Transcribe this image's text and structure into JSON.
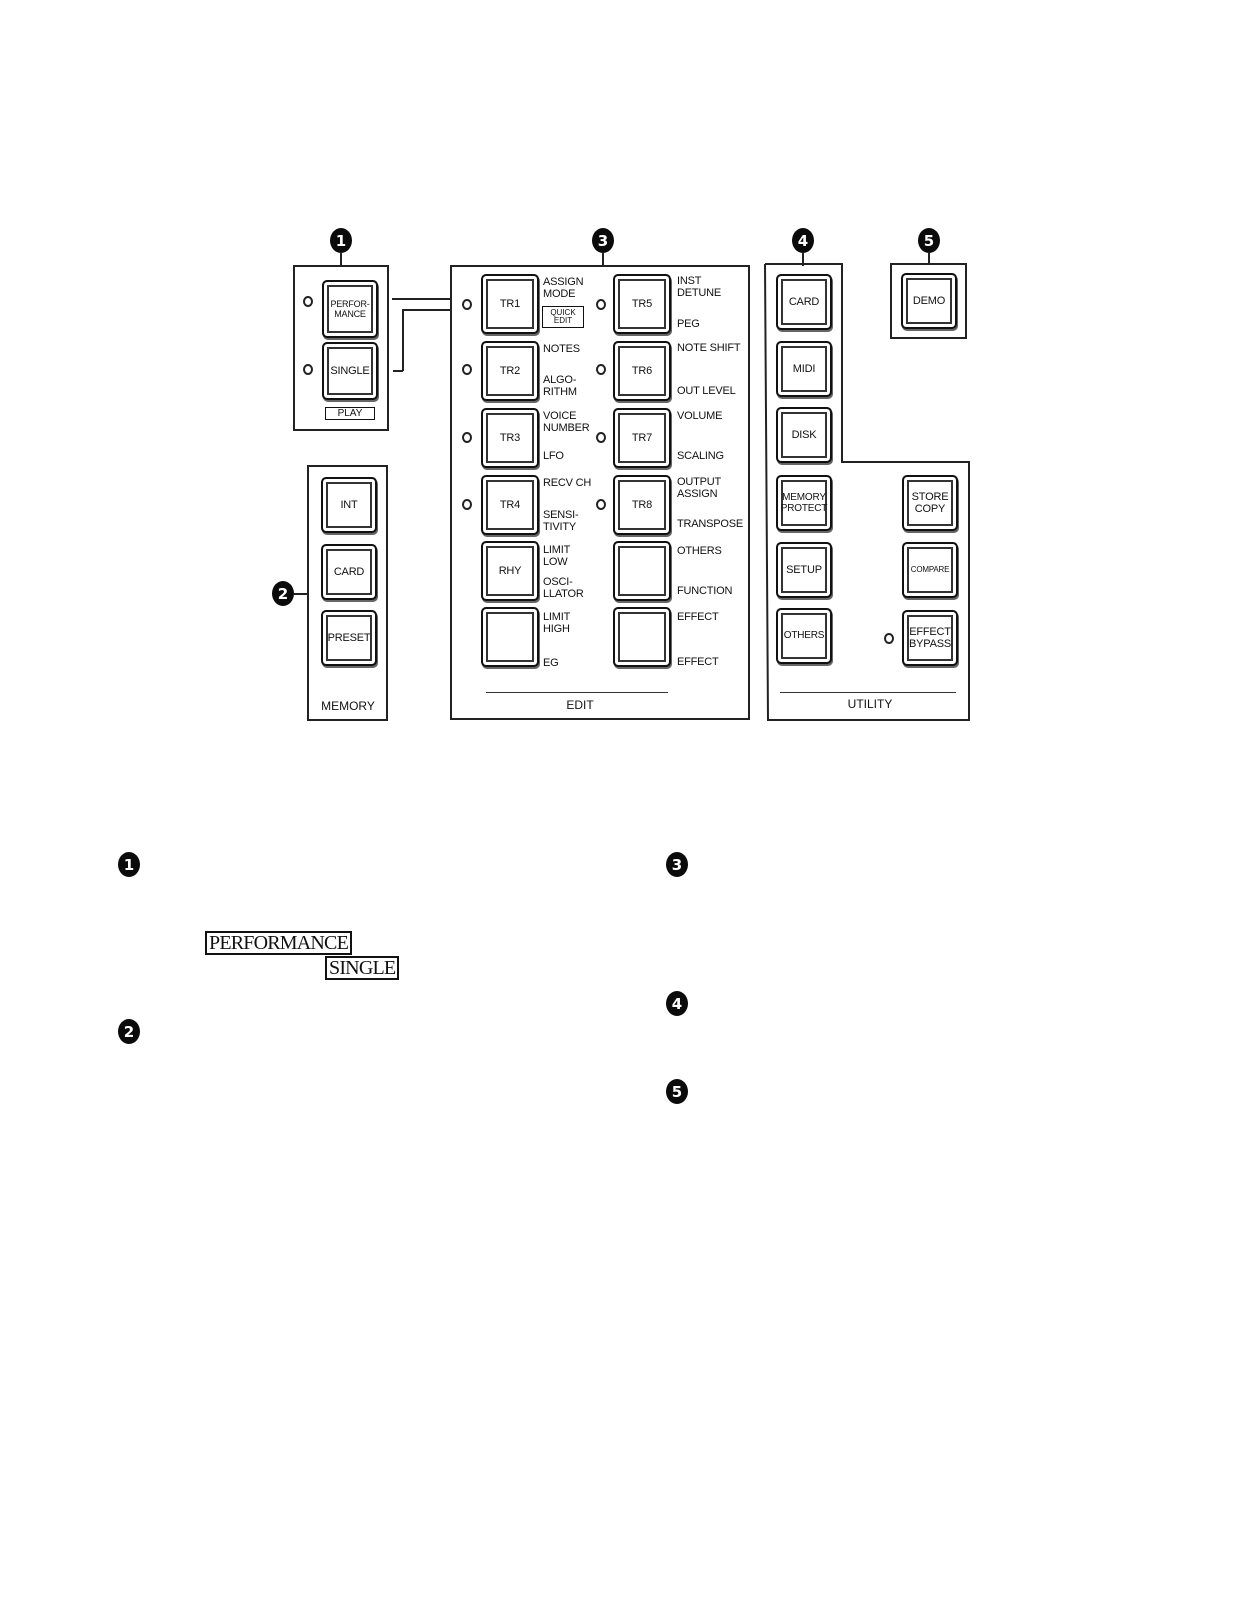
{
  "markers": {
    "m1": "1",
    "m2": "2",
    "m3": "3",
    "m4": "4",
    "m5": "5"
  },
  "play": {
    "performance": "PERFOR-\nMANCE",
    "single": "SINGLE",
    "title": "PLAY"
  },
  "memory": {
    "int": "INT",
    "card": "CARD",
    "preset": "PRESET",
    "title": "MEMORY"
  },
  "edit": {
    "title": "EDIT",
    "quick_edit": "QUICK\nEDIT",
    "buttons": {
      "tr1": "TR1",
      "tr2": "TR2",
      "tr3": "TR3",
      "tr4": "TR4",
      "rhy": "RHY",
      "tr5": "TR5",
      "tr6": "TR6",
      "tr7": "TR7",
      "tr8": "TR8"
    },
    "left_labels": {
      "assign_mode": "ASSIGN\nMODE",
      "notes": "NOTES",
      "algorithm": "ALGO-\nRITHM",
      "voice_number": "VOICE\nNUMBER",
      "lfo": "LFO",
      "recv_ch": "RECV CH",
      "sensitivity": "SENSI-\nTIVITY",
      "limit_low": "LIMIT\nLOW",
      "oscillator": "OSCI-\nLLATOR",
      "limit_high": "LIMIT\nHIGH",
      "eg": "EG"
    },
    "right_labels": {
      "inst_detune": "INST\nDETUNE",
      "peg": "PEG",
      "note_shift": "NOTE SHIFT",
      "out_level": "OUT LEVEL",
      "volume": "VOLUME",
      "scaling": "SCALING",
      "output_assign": "OUTPUT\nASSIGN",
      "transpose": "TRANSPOSE",
      "others": "OTHERS",
      "function": "FUNCTION",
      "effect_top": "EFFECT",
      "effect_bottom": "EFFECT"
    }
  },
  "utility": {
    "title": "UTILITY",
    "card": "CARD",
    "midi": "MIDI",
    "disk": "DISK",
    "memory_protect": "MEMORY\nPROTECT",
    "setup": "SETUP",
    "others": "OTHERS",
    "store_copy": "STORE\nCOPY",
    "compare": "COMPARE",
    "effect_bypass": "EFFECT\nBYPASS"
  },
  "demo": {
    "label": "DEMO"
  },
  "legend": {
    "performance": "PERFORMANCE",
    "single": "SINGLE"
  }
}
